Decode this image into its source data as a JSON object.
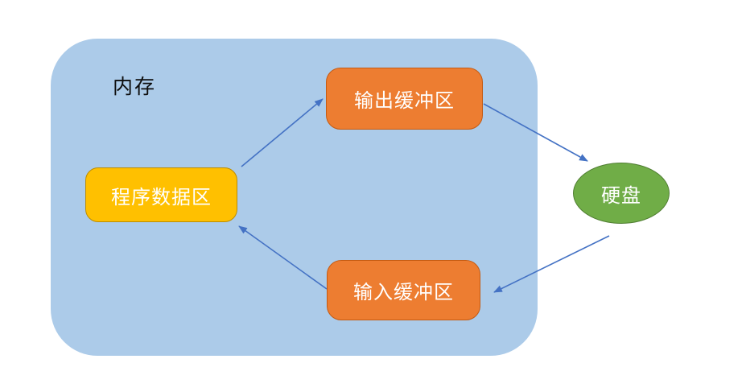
{
  "diagram": {
    "memory_container": {
      "label": "内存"
    },
    "nodes": {
      "program_data_area": {
        "label": "程序数据区"
      },
      "output_buffer": {
        "label": "输出缓冲区"
      },
      "input_buffer": {
        "label": "输入缓冲区"
      },
      "hard_disk": {
        "label": "硬盘"
      }
    },
    "edges": [
      {
        "from": "program_data_area",
        "to": "output_buffer"
      },
      {
        "from": "output_buffer",
        "to": "hard_disk"
      },
      {
        "from": "hard_disk",
        "to": "input_buffer"
      },
      {
        "from": "input_buffer",
        "to": "program_data_area"
      }
    ]
  },
  "colors": {
    "container_fill": "#ACCBE9",
    "container_label_text": "#0D0D0D",
    "buffer_fill": "#ED7D31",
    "buffer_border": "#C55A11",
    "data_fill": "#FFC000",
    "data_border": "#BC8C00",
    "disk_fill": "#70AD47",
    "disk_border": "#507E32",
    "arrow": "#4472C4",
    "node_text": "#FFFFFF"
  }
}
